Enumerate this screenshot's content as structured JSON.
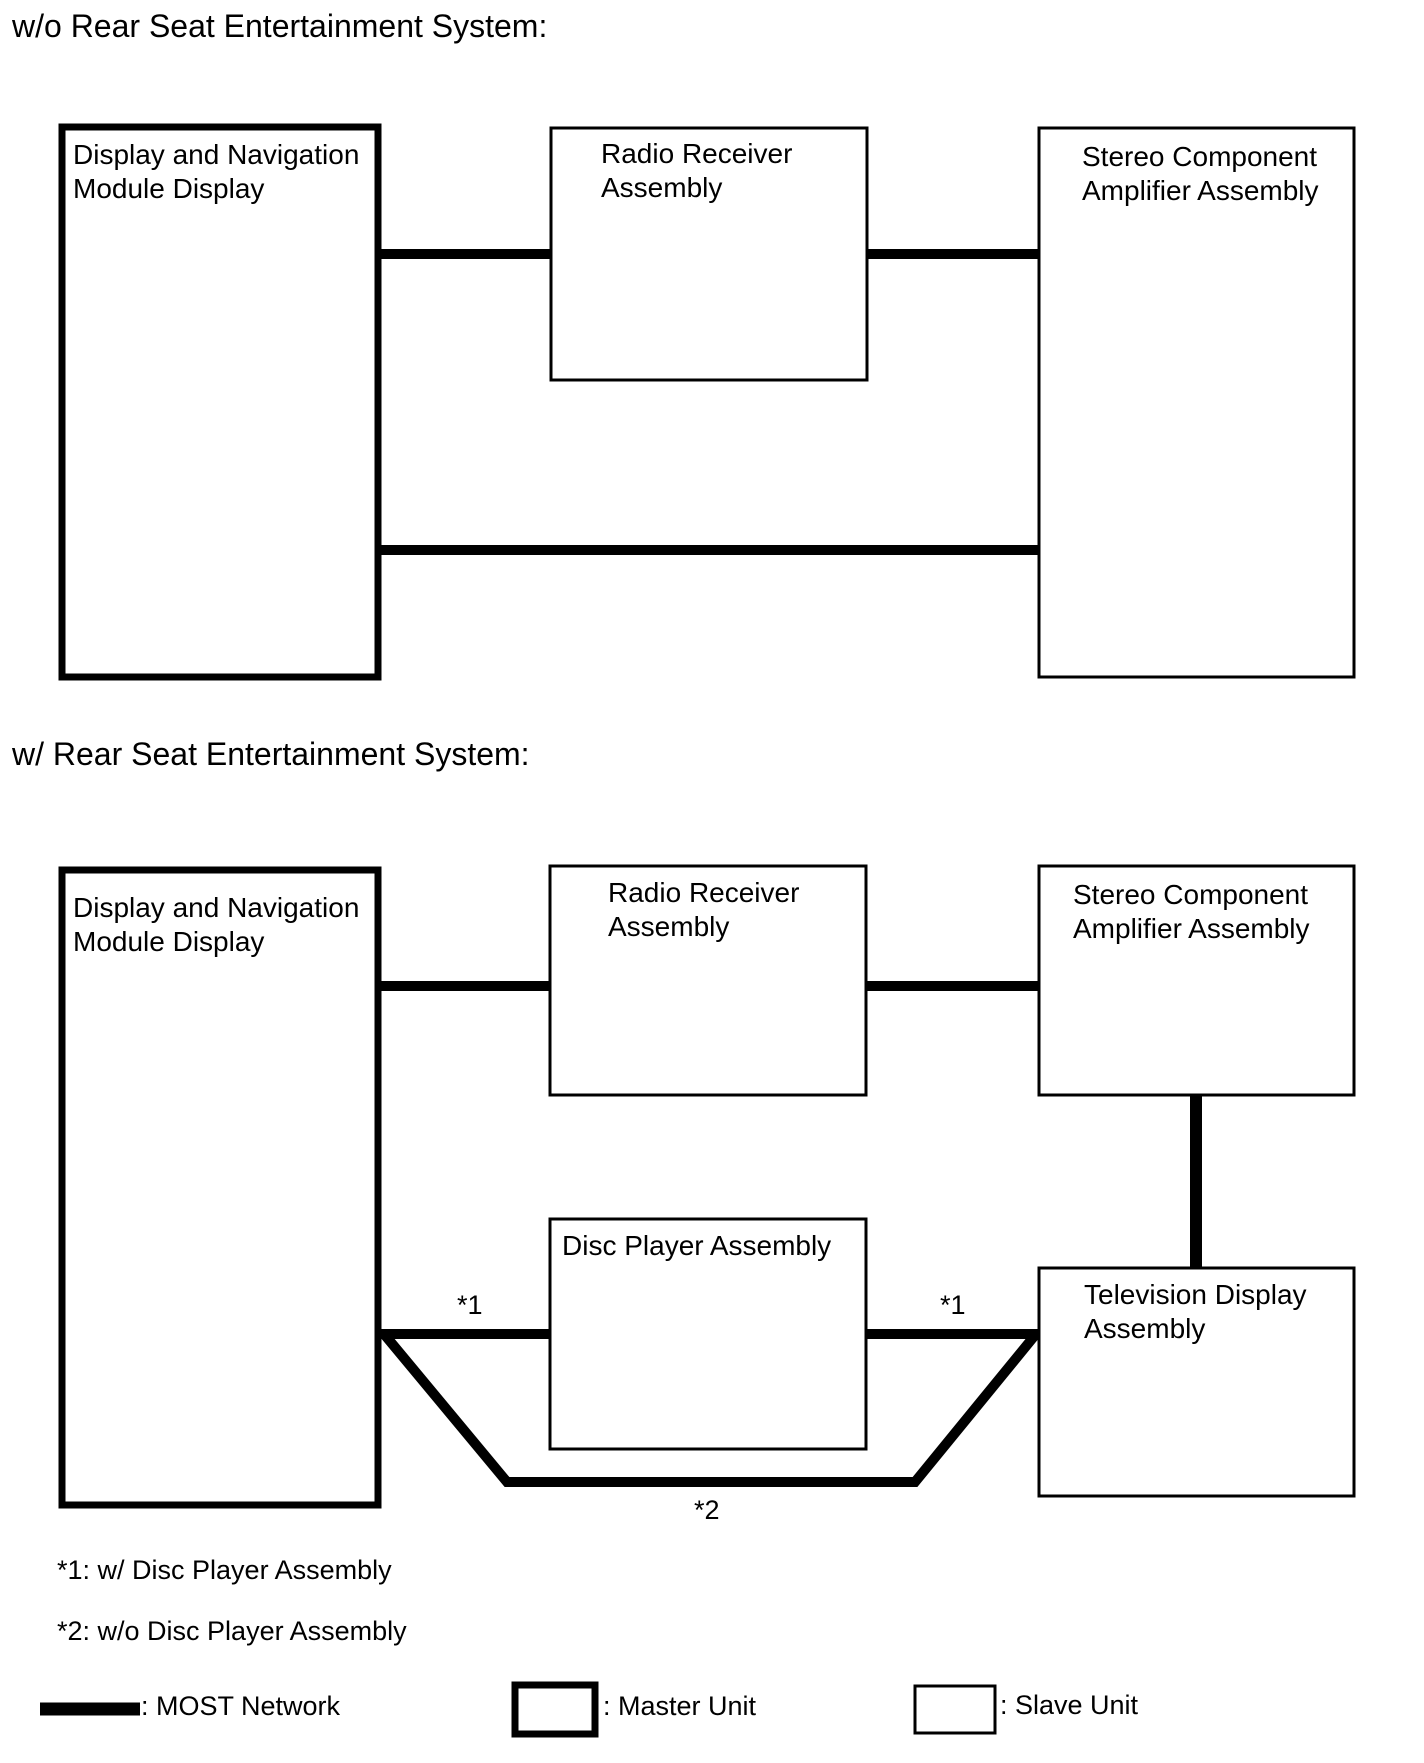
{
  "sections": {
    "without_rse": {
      "heading": "w/o Rear Seat Entertainment System:",
      "display_nav": "Display and Navigation\nModule Display",
      "radio": "Radio Receiver\nAssembly",
      "amplifier": "Stereo Component\nAmplifier Assembly"
    },
    "with_rse": {
      "heading": "w/ Rear Seat Entertainment System:",
      "display_nav": "Display and Navigation\nModule Display",
      "radio": "Radio Receiver\nAssembly",
      "amplifier": "Stereo Component\nAmplifier Assembly",
      "disc_player": "Disc Player Assembly",
      "television": "Television Display\nAssembly",
      "mark_1_left": "*1",
      "mark_1_right": "*1",
      "mark_2": "*2"
    }
  },
  "notes": {
    "note_1": "*1: w/ Disc Player Assembly",
    "note_2": "*2: w/o Disc Player Assembly"
  },
  "legend": {
    "most_network": ": MOST Network",
    "master_unit": ": Master Unit",
    "slave_unit": ": Slave Unit"
  },
  "colors": {
    "line": "#000000",
    "background": "#ffffff"
  }
}
